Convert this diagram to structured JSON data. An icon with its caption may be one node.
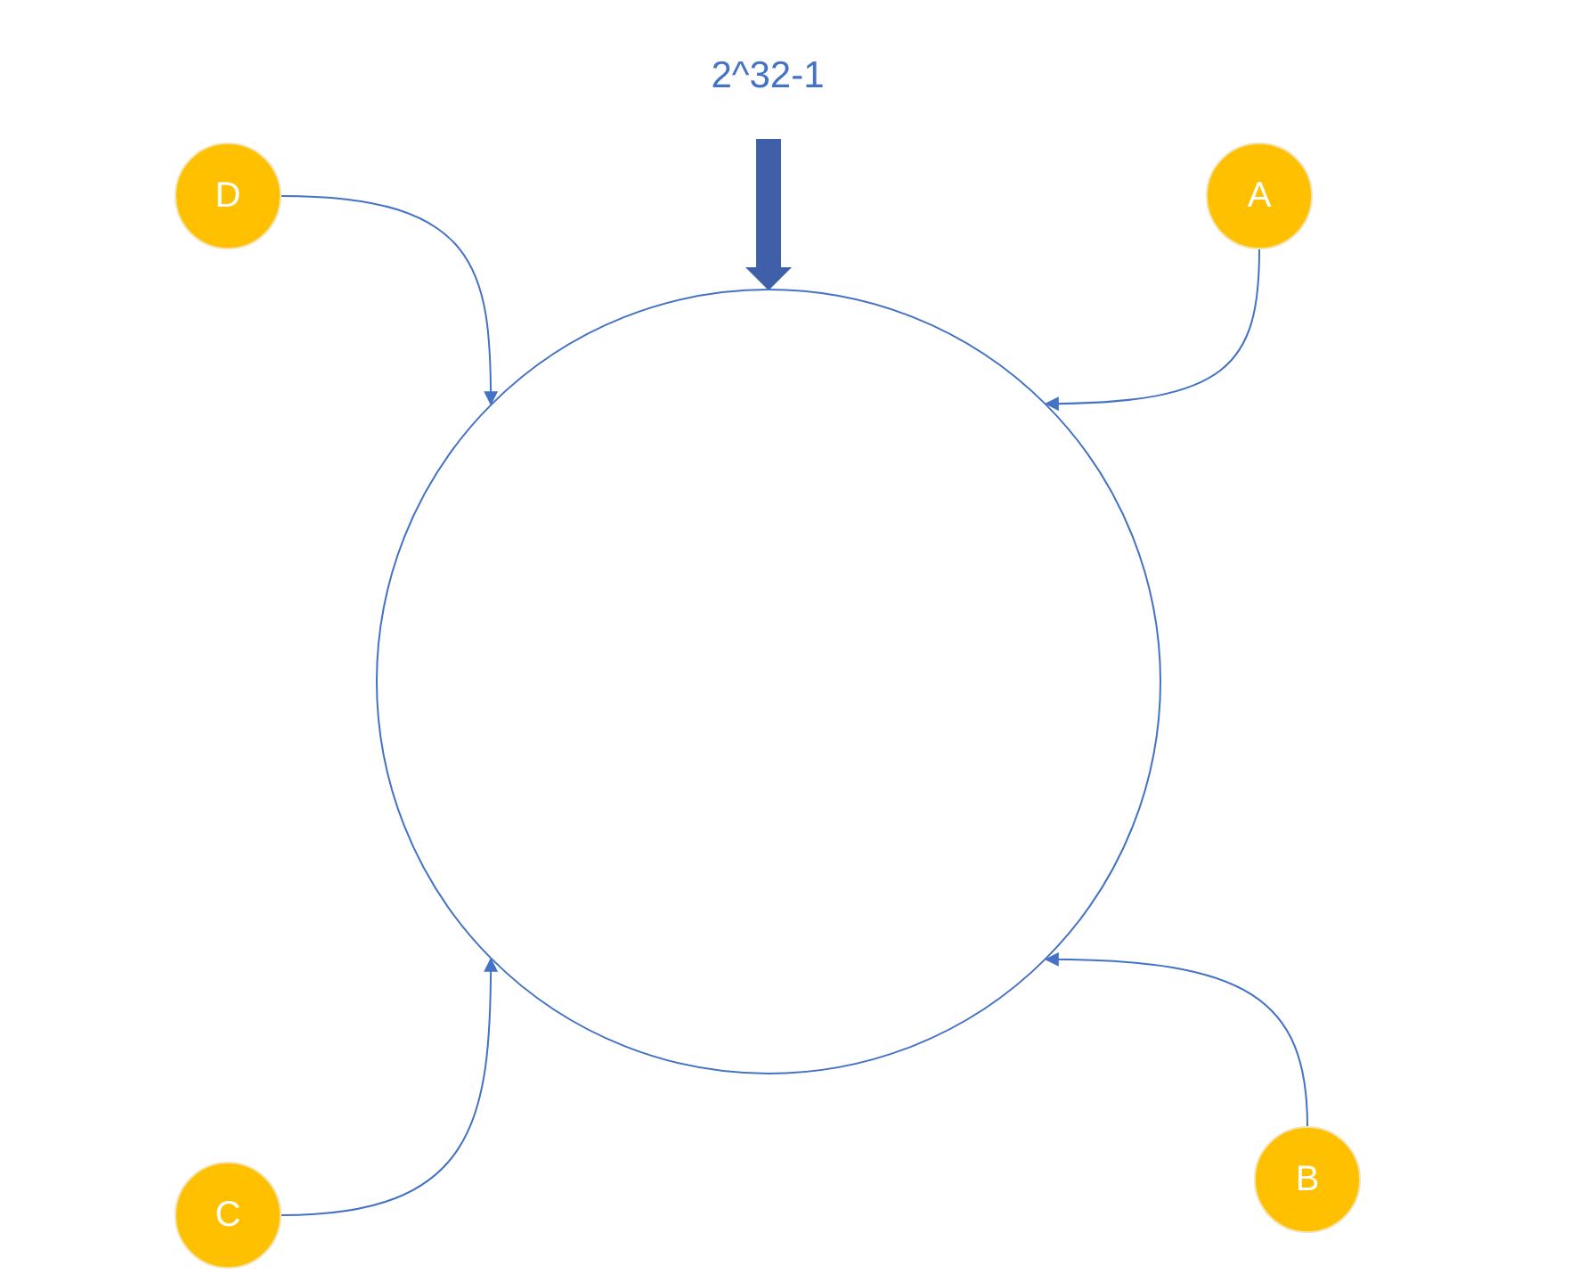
{
  "diagram": {
    "nodes": [
      {
        "text": [
          "2^32-1"
        ]
      },
      {
        "text": [
          "D"
        ]
      },
      {
        "text": [
          "A"
        ]
      },
      {
        "text": [],
        "shape": "circle"
      },
      {
        "text": [
          "C"
        ]
      },
      {
        "text": [
          "B"
        ]
      }
    ],
    "edges": [
      {
        "from": 0,
        "to": 3,
        "arrow": "to",
        "style": "thick",
        "color": "#3f5fa8"
      },
      {
        "from": 1,
        "to": 3,
        "arrow": "to"
      },
      {
        "from": 2,
        "to": 3,
        "arrow": "to"
      },
      {
        "from": 4,
        "to": 3,
        "arrow": "to"
      },
      {
        "from": 5,
        "to": 3,
        "arrow": "to"
      }
    ]
  }
}
